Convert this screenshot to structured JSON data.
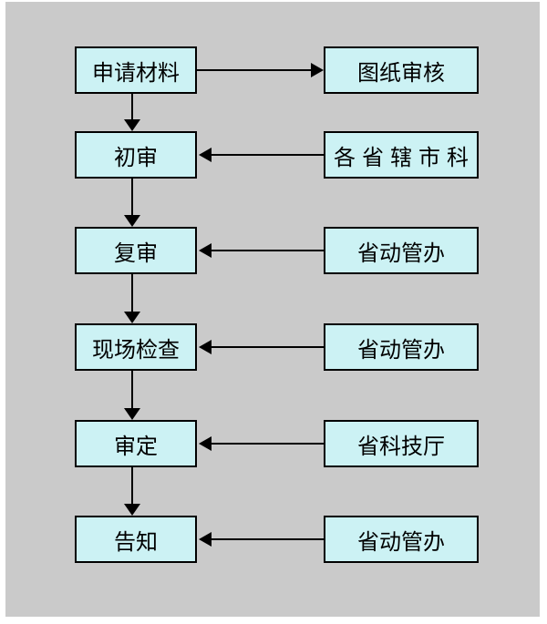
{
  "diagram": {
    "type": "flowchart",
    "background_color": "#cacaca",
    "node_fill_color": "#ccf2f4",
    "node_border_color": "#000000",
    "rows": [
      {
        "left": "申请材料",
        "right": "图纸审核",
        "horizontal_arrow": "left-to-right"
      },
      {
        "left": "初审",
        "right": "各省辖市科",
        "horizontal_arrow": "right-to-left"
      },
      {
        "left": "复审",
        "right": "省动管办",
        "horizontal_arrow": "right-to-left"
      },
      {
        "left": "现场检查",
        "right": "省动管办",
        "horizontal_arrow": "right-to-left"
      },
      {
        "left": "审定",
        "right": "省科技厅",
        "horizontal_arrow": "right-to-left"
      },
      {
        "left": "告知",
        "right": "省动管办",
        "horizontal_arrow": "right-to-left"
      }
    ],
    "vertical_flow": [
      "申请材料",
      "初审",
      "复审",
      "现场检查",
      "审定",
      "告知"
    ]
  }
}
